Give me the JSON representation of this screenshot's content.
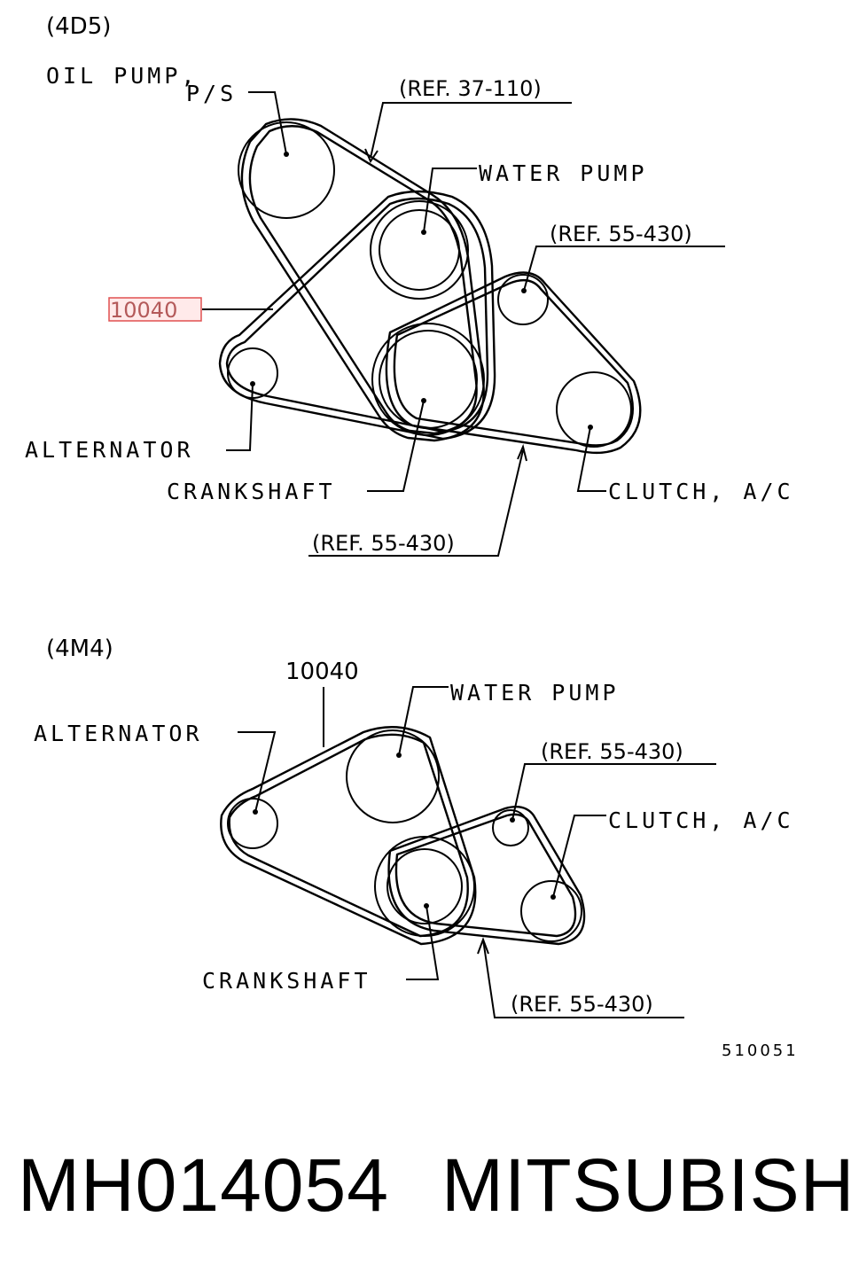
{
  "diagram_4d5": {
    "title": "(4D5)",
    "labels": {
      "oil_pump": "OIL PUMP,",
      "ps": "P/S",
      "ref_37_110": "(REF. 37-110)",
      "water_pump": "WATER PUMP",
      "ref_55_430_top": "(REF. 55-430)",
      "part_10040": "10040",
      "alternator": "ALTERNATOR",
      "crankshaft": "CRANKSHAFT",
      "clutch_ac": "CLUTCH, A/C",
      "ref_55_430_bottom": "(REF. 55-430)"
    }
  },
  "diagram_4m4": {
    "title": "(4M4)",
    "labels": {
      "part_10040": "10040",
      "water_pump": "WATER PUMP",
      "alternator": "ALTERNATOR",
      "ref_55_430_top": "(REF. 55-430)",
      "clutch_ac": "CLUTCH, A/C",
      "crankshaft": "CRANKSHAFT",
      "ref_55_430_bottom": "(REF. 55-430)"
    }
  },
  "drawing_number": "510051",
  "footer": {
    "part_number": "MH014054",
    "brand": "MITSUBISHI"
  },
  "colors": {
    "highlight": "#e05050"
  }
}
